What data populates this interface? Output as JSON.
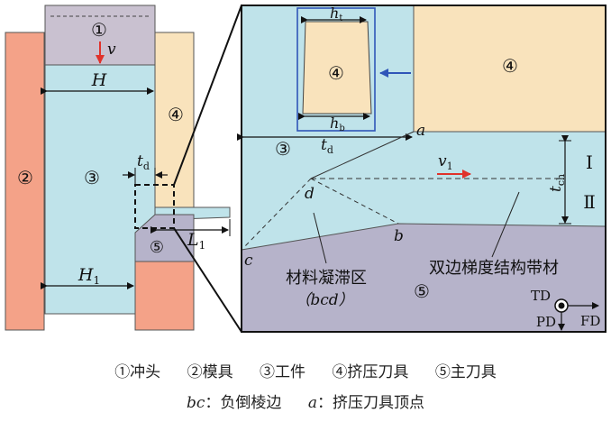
{
  "left": {
    "punch_num": "①",
    "velocity": "v",
    "die_num": "②",
    "die_right_num": "④",
    "work_num": "③",
    "main_tool_num": "⑤",
    "H": "H",
    "H1": "H",
    "H1_sub": "1",
    "td": "t",
    "td_sub": "d",
    "L1": "L",
    "L1_sub": "1"
  },
  "right": {
    "inset_num": "④",
    "ht": "h",
    "ht_sub": "t",
    "hb": "h",
    "hb_sub": "b",
    "tool_num": "④",
    "point_a": "a",
    "work_num": "③",
    "td": "t",
    "td_sub": "d",
    "v1": "v",
    "v1_sub": "1",
    "zone_I": "Ⅰ",
    "zone_II": "Ⅱ",
    "tch": "t",
    "tch_sub": "ch",
    "point_d": "d",
    "point_b": "b",
    "point_c": "c",
    "stagnation_label": "材料凝滞区",
    "stagnation_sub": "（bcd）",
    "strip_label": "双边梯度结构带材",
    "main_tool_num": "⑤",
    "TD": "TD",
    "PD": "PD",
    "FD": "FD"
  },
  "legend": {
    "items": [
      "①冲头",
      "②模具",
      "③工件",
      "④挤压刀具",
      "⑤主刀具"
    ],
    "bc_key": "bc",
    "bc_desc": "：负倒棱边",
    "a_key": "a",
    "a_desc": "：挤压刀具顶点"
  },
  "colors": {
    "workpiece": "#bfe3ea",
    "punch": "#c9c1d0",
    "die": "#f4a288",
    "squeeze_tool": "#f9e3bc",
    "main_tool": "#b6b3ca",
    "inset_border": "#2f55b8",
    "arrow_red": "#e0322b",
    "arrow_blue": "#2f55b8"
  }
}
